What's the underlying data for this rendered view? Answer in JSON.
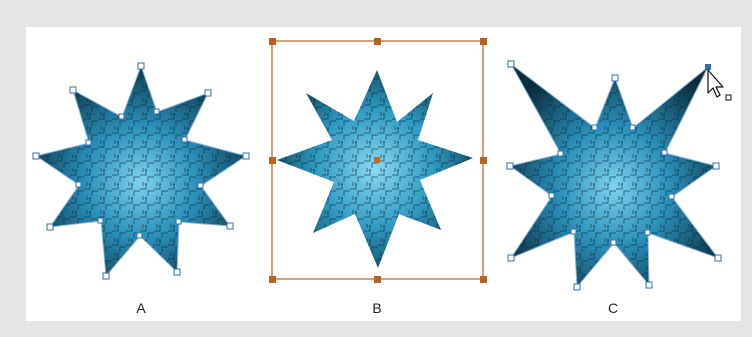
{
  "panels": [
    {
      "caption": "A"
    },
    {
      "caption": "B"
    },
    {
      "caption": "C"
    }
  ],
  "colors": {
    "background": "#e4e5e6",
    "panel": "#ffffff",
    "selection_handle": "#2f6fb0",
    "bounding_box": "#b8641e",
    "artwork_dark": "#0b3242",
    "artwork_light": "#3aa9d3"
  },
  "icons": [
    "pointer-cursor-icon",
    "anchor-point-handle",
    "bounding-box-handle",
    "center-point-marker"
  ]
}
